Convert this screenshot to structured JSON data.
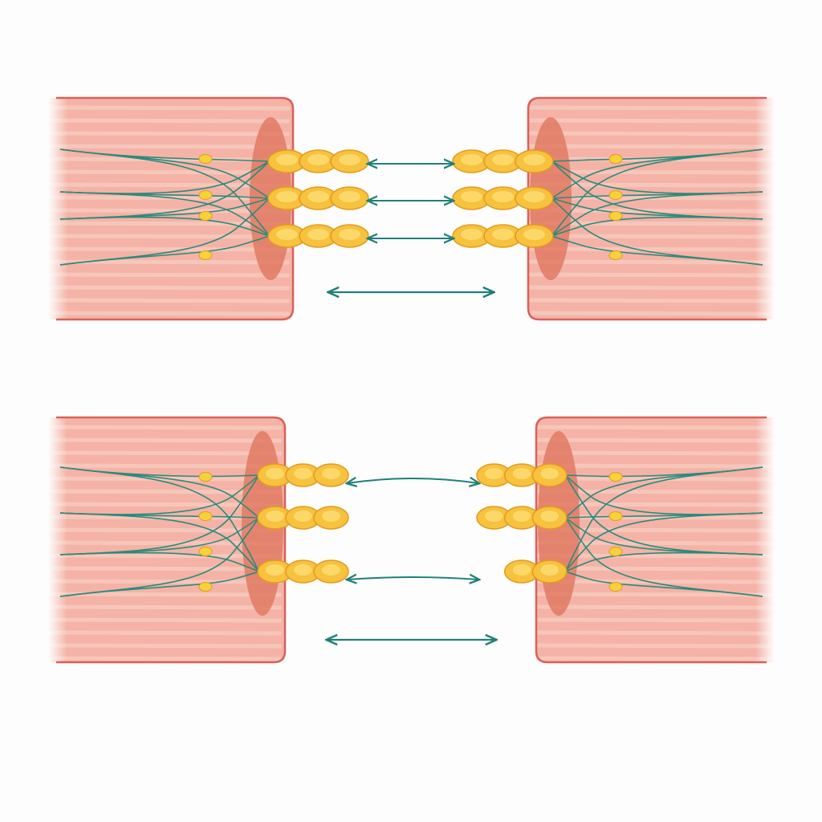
{
  "colors": {
    "background": "#fdfdfd",
    "tissue": "#f4b3a6",
    "tissue_stripe": "#f9cfc4",
    "tissue_edge": "#d9615a",
    "junction": "#e07a63",
    "chain_fill": "#f7c23e",
    "chain_highlight": "#fbd869",
    "chain_edge": "#e39a1f",
    "fiber": "#2a8a7c",
    "node": "#f6d23a",
    "arrow": "#1f8078"
  },
  "panels": [
    {
      "id": "intact",
      "broken_chains": []
    },
    {
      "id": "disrupted",
      "broken_chains": [
        2
      ]
    }
  ]
}
